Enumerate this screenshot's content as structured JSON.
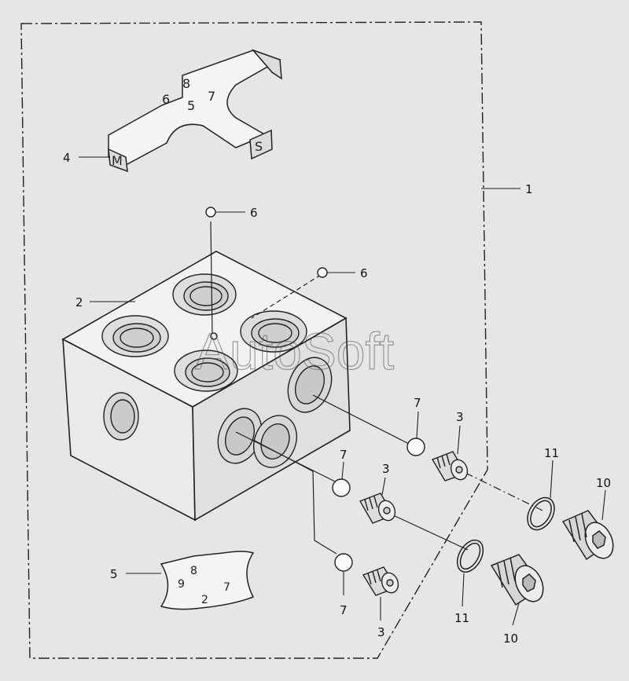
{
  "watermark": "AutoSoft",
  "callouts": {
    "c1": "1",
    "c2": "2",
    "c3a": "3",
    "c3b": "3",
    "c3c": "3",
    "c4": "4",
    "c5": "5",
    "c6a": "6",
    "c6b": "6",
    "c7a": "7",
    "c7b": "7",
    "c7c": "7",
    "c10a": "10",
    "c10b": "10",
    "c11a": "11",
    "c11b": "11"
  },
  "template_marks": {
    "large": {
      "m": "M",
      "s": "S",
      "n6": "6",
      "n8": "8",
      "n5": "5",
      "n7": "7"
    },
    "small": {
      "a": "8",
      "b": "2",
      "c": "7",
      "d": "9"
    }
  }
}
